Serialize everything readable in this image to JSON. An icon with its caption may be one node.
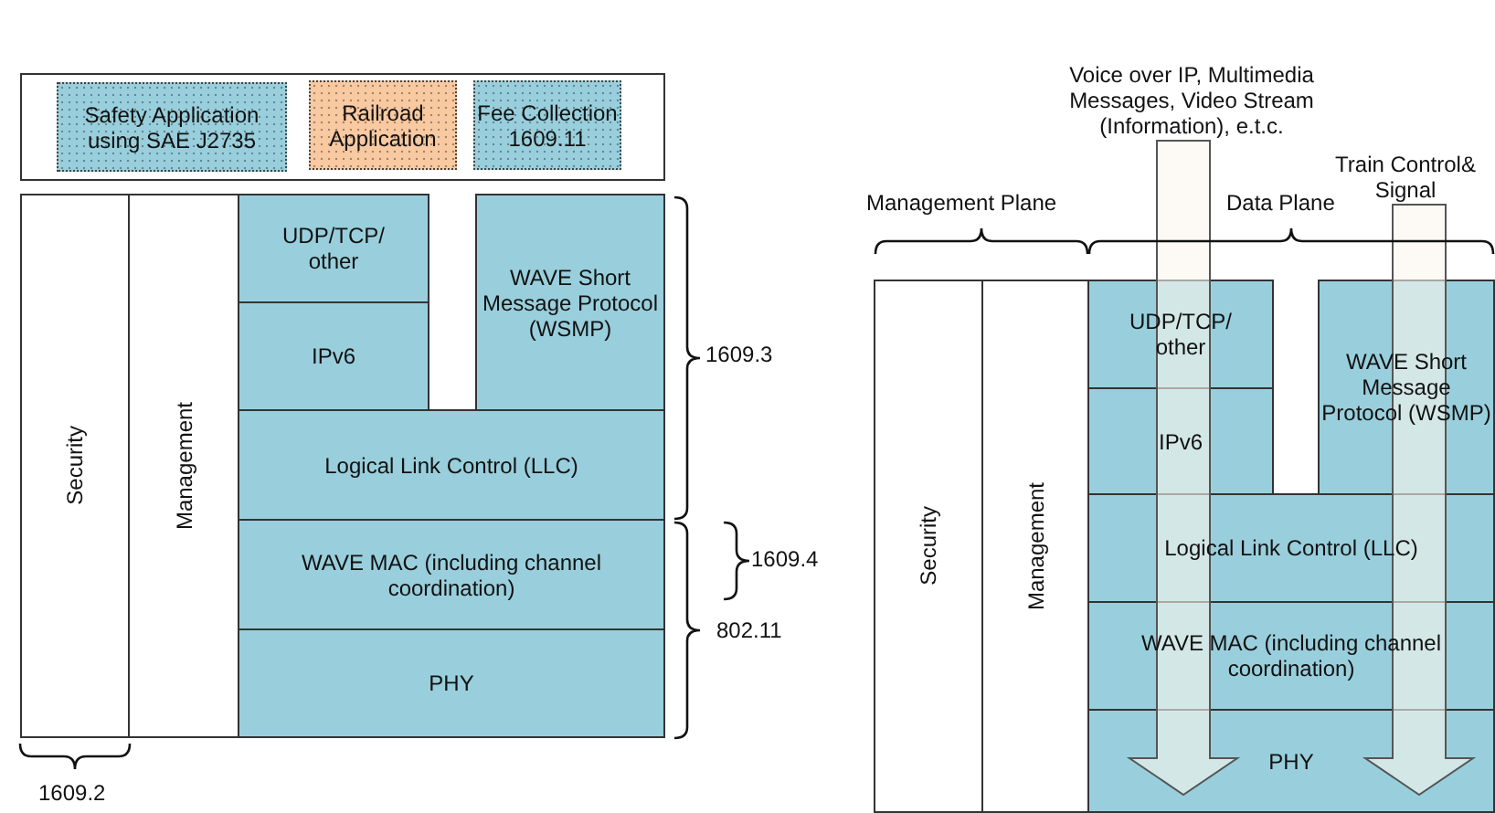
{
  "diagram": {
    "nodes": [
      {
        "text": [],
        "shape": "box"
      },
      {
        "text": [
          "Safety Application using SAE J2735"
        ],
        "in": 0
      },
      {
        "text": [
          "Railroad Application"
        ],
        "in": 0
      },
      {
        "text": [
          "Fee Collection 1609.11"
        ],
        "in": 0
      },
      {
        "text": [
          "Security"
        ]
      },
      {
        "text": [
          "Management"
        ]
      },
      {
        "text": [
          "UDP/TCP/ other"
        ]
      },
      {
        "text": [
          "IPv6"
        ]
      },
      {
        "text": [
          "WAVE Short Message Protocol (WSMP)"
        ]
      },
      {
        "text": [
          "Logical Link Control (LLC)"
        ]
      },
      {
        "text": [
          "WAVE MAC (including channel coordination)"
        ]
      },
      {
        "text": [
          "PHY"
        ]
      },
      {
        "text": [
          "Voice over IP, Multimedia Messages, Video Stream (Information), e.t.c."
        ]
      },
      {
        "text": [
          "Train Control& Signal"
        ]
      },
      {
        "text": [
          "Security"
        ]
      },
      {
        "text": [
          "Management"
        ]
      },
      {
        "text": [
          "UDP/TCP/ other"
        ]
      },
      {
        "text": [
          "IPv6"
        ]
      },
      {
        "text": [
          "WAVE Short Message Protocol (WSMP)"
        ]
      },
      {
        "text": [
          "Logical Link Control (LLC)"
        ]
      },
      {
        "text": [
          "WAVE MAC (including channel coordination)"
        ]
      },
      {
        "text": [
          "PHY"
        ]
      }
    ],
    "edges": [
      {
        "from": 12,
        "to": 21,
        "arrow": "to"
      },
      {
        "from": 13,
        "to": 21,
        "arrow": "to"
      }
    ],
    "labels": [
      "Management Plane",
      "Data Plane",
      "1609.3",
      "1609.4",
      "802.11",
      "1609.2"
    ]
  }
}
